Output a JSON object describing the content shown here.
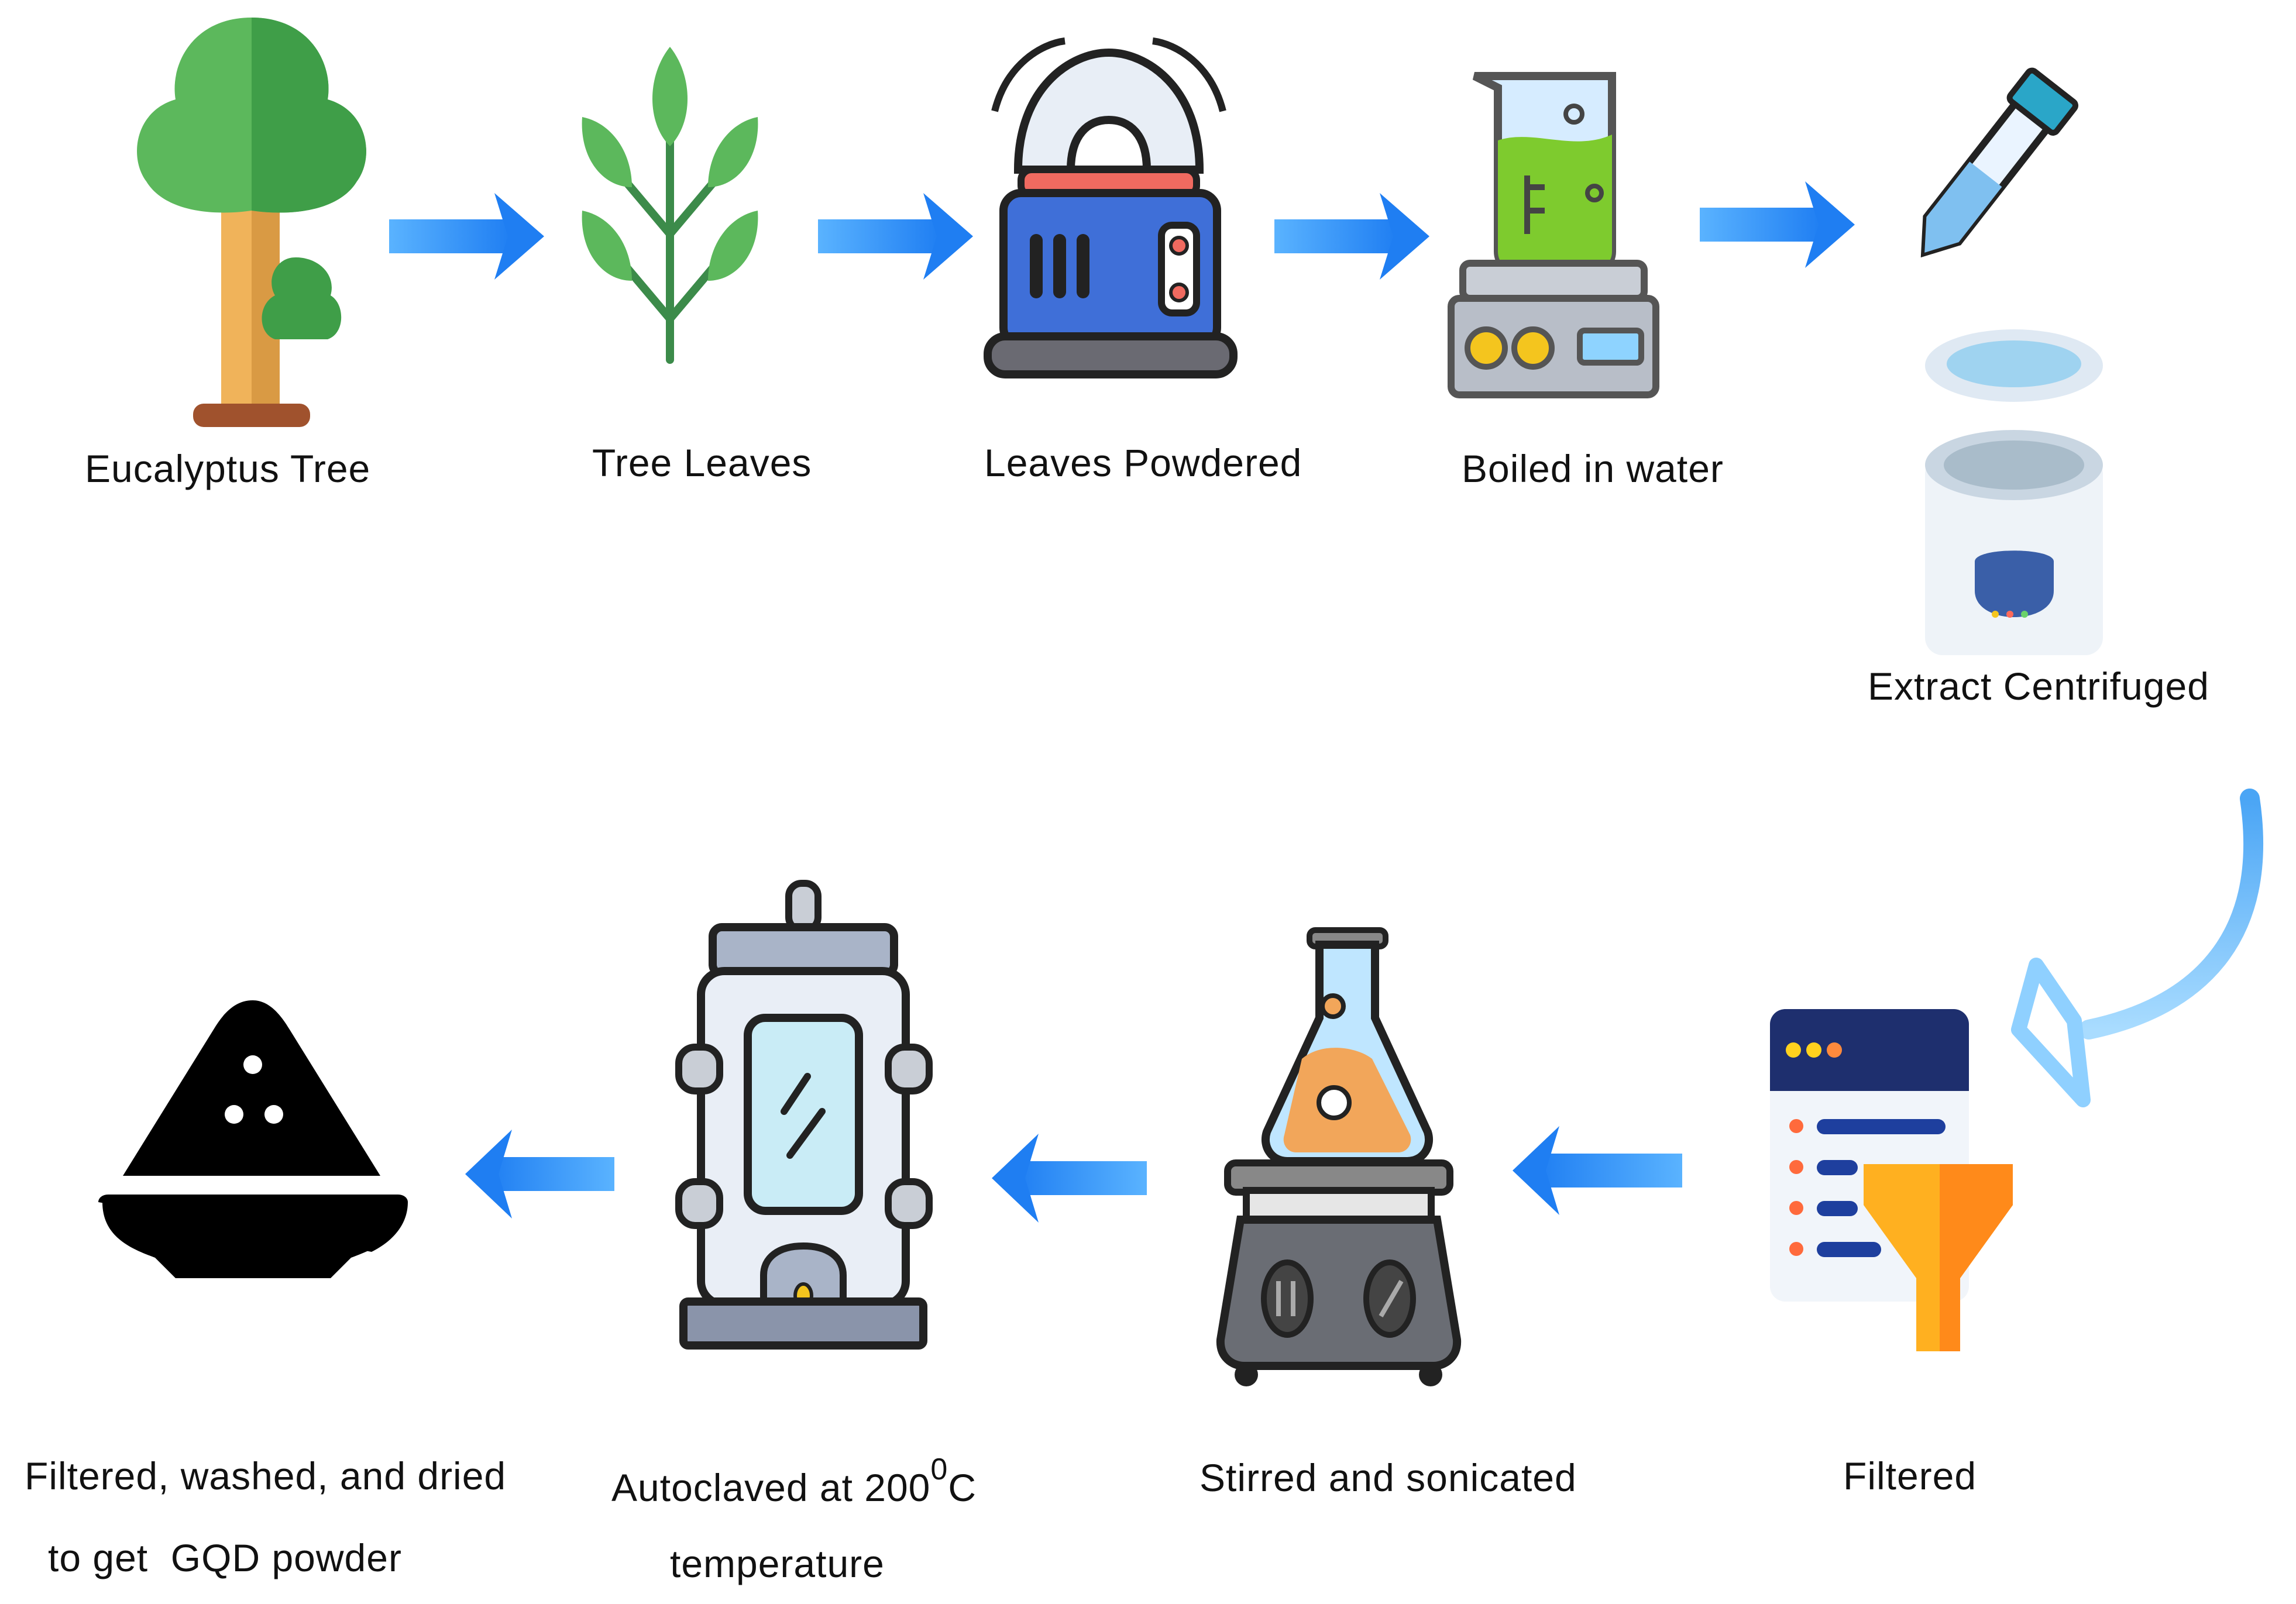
{
  "steps_top": [
    {
      "icon": "tree-icon",
      "label": "Eucalyptus Tree"
    },
    {
      "icon": "leaves-icon",
      "label": "Tree Leaves"
    },
    {
      "icon": "grinder-icon",
      "label": "Leaves Powdered"
    },
    {
      "icon": "beaker-hotplate-icon",
      "label": "Boiled in water"
    },
    {
      "icon": "centrifuge-icon",
      "label": "Extract Centrifuged"
    }
  ],
  "steps_bottom": [
    {
      "icon": "filter-icon",
      "label": "Filtered"
    },
    {
      "icon": "flask-stirrer-icon",
      "label": "Stirred and sonicated"
    },
    {
      "icon": "autoclave-icon",
      "label_line1_pre": "Autoclaved at 200",
      "label_line1_sup": "0",
      "label_line1_post": "C",
      "label_line2": "temperature"
    },
    {
      "icon": "powder-icon",
      "label_line1": "Filtered, washed, and dried",
      "label_line2": "to get  GQD powder"
    }
  ],
  "colors": {
    "arrow": "#2f8cf5",
    "arrow_light": "#7cc4ff",
    "curve_arrow": "#8fd0ff",
    "tree_green": "#5cb85c",
    "trunk": "#f0b35a",
    "grinder_blue": "#3f6fd8",
    "liquid_green": "#7ecb2e",
    "filter_yellow": "#ffb020"
  }
}
